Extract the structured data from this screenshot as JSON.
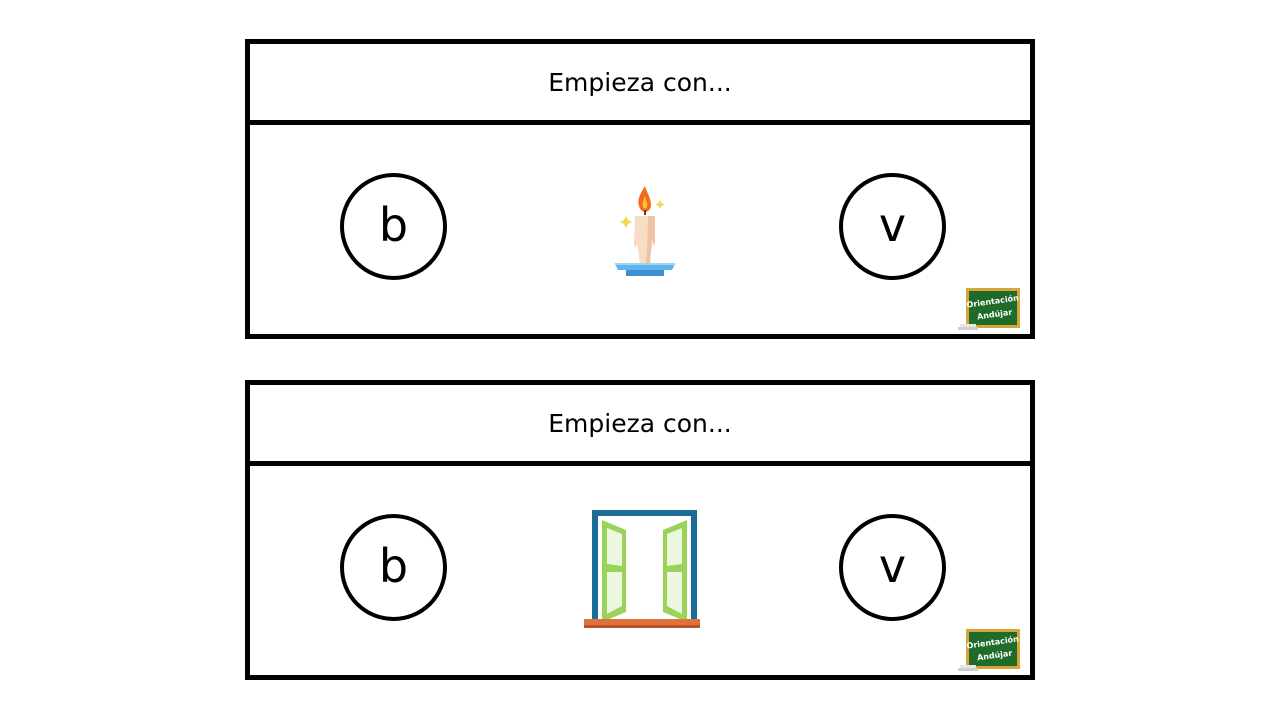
{
  "cards": [
    {
      "header": "Empieza con...",
      "options": {
        "left": "b",
        "right": "v"
      },
      "picture": "candle-icon",
      "logo": {
        "line1": "Orientación",
        "line2": "Andújar"
      }
    },
    {
      "header": "Empieza con...",
      "options": {
        "left": "b",
        "right": "v"
      },
      "picture": "window-icon",
      "logo": {
        "line1": "Orientación",
        "line2": "Andújar"
      }
    }
  ],
  "colors": {
    "border": "#000000",
    "candle_flame": "#f26b1d",
    "candle_wax": "#f7dcc6",
    "candle_plate": "#5fb3ee",
    "window_frame": "#1a6d96",
    "window_panels": "#9bd35a",
    "window_sill": "#e0713a",
    "logo_board": "#1f6b2a",
    "logo_frame": "#d7a53a"
  }
}
